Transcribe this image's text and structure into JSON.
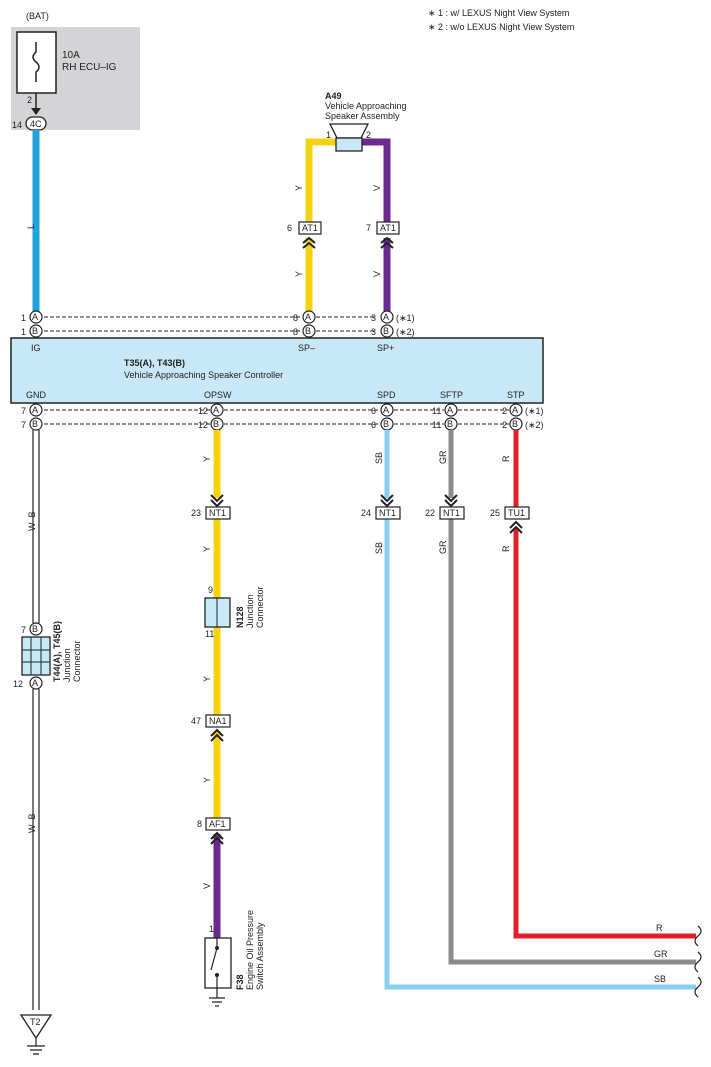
{
  "notes": [
    "∗ 1 : w/ LEXUS Night View System",
    "∗ 2 : w/o LEXUS Night View System"
  ],
  "colors": {
    "L": "#1fa3dd",
    "Y": "#f5d40f",
    "V": "#6b2a90",
    "SB": "#86cfee",
    "GR": "#8c8c8c",
    "R": "#e0202a",
    "WB": "#ffffff",
    "box_fill": "#c8e8f7",
    "gray_area": "#d4d4d6"
  },
  "power": {
    "bat": "(BAT)",
    "fuse_amp": "10A",
    "fuse_name": "RH ECU–IG",
    "pin_top": "2",
    "pin": "14",
    "connector": "4C",
    "wire_color": "L"
  },
  "controller": {
    "id": "T35(A), T43(B)",
    "name": "Vehicle Approaching Speaker Controller",
    "top_terms": [
      "IG",
      "SP–",
      "SP+"
    ],
    "bottom_terms": [
      "GND",
      "OPSW",
      "SPD",
      "SFTP",
      "STP"
    ],
    "pins_top": [
      {
        "pin": "1",
        "conn": "A"
      },
      {
        "pin": "1",
        "conn": "B"
      },
      {
        "pin": "8",
        "conn": "A"
      },
      {
        "pin": "8",
        "conn": "B"
      },
      {
        "pin": "3",
        "conn": "A",
        "note": "(∗1)"
      },
      {
        "pin": "3",
        "conn": "B",
        "note": "(∗2)"
      }
    ],
    "pins_bottom": [
      {
        "pin": "7",
        "conn": "A"
      },
      {
        "pin": "7",
        "conn": "B"
      },
      {
        "pin": "12",
        "conn": "A"
      },
      {
        "pin": "12",
        "conn": "B"
      },
      {
        "pin": "6",
        "conn": "A"
      },
      {
        "pin": "6",
        "conn": "B"
      },
      {
        "pin": "11",
        "conn": "A"
      },
      {
        "pin": "11",
        "conn": "B"
      },
      {
        "pin": "2",
        "conn": "A",
        "note": "(∗1)"
      },
      {
        "pin": "2",
        "conn": "B",
        "note": "(∗2)"
      }
    ]
  },
  "speaker": {
    "id": "A49",
    "name_line1": "Vehicle Approaching",
    "name_line2": "Speaker Assembly",
    "pin1": "1",
    "pin2": "2"
  },
  "connectors": {
    "at1_left": {
      "pin": "6",
      "name": "AT1"
    },
    "at1_right": {
      "pin": "7",
      "name": "AT1"
    },
    "nt1_opsw": {
      "pin": "23",
      "name": "NT1"
    },
    "nt1_spd": {
      "pin": "24",
      "name": "NT1"
    },
    "nt1_sftp": {
      "pin": "22",
      "name": "NT1"
    },
    "tu1_stp": {
      "pin": "25",
      "name": "TU1"
    },
    "na1": {
      "pin": "47",
      "name": "NA1"
    },
    "af1": {
      "pin": "8",
      "name": "AF1"
    }
  },
  "junction_n128": {
    "id": "N128",
    "name_line1": "Junction",
    "name_line2": "Connector",
    "pin_top": "9",
    "pin_bottom": "11"
  },
  "junction_t44": {
    "id": "T44(A), T45(B)",
    "name_line1": "Junction",
    "name_line2": "Connector",
    "pin_top": "7",
    "conn_top": "B",
    "pin_bottom": "12",
    "conn_bottom": "A"
  },
  "oil_switch": {
    "id": "F38",
    "name_line1": "Engine Oil Pressure",
    "name_line2": "Switch Assembly",
    "pin": "1"
  },
  "ground": {
    "id": "T2"
  },
  "wire_labels": {
    "L": "L",
    "Y": "Y",
    "V": "V",
    "WB": "W–B",
    "SB": "SB",
    "GR": "GR",
    "R": "R"
  }
}
